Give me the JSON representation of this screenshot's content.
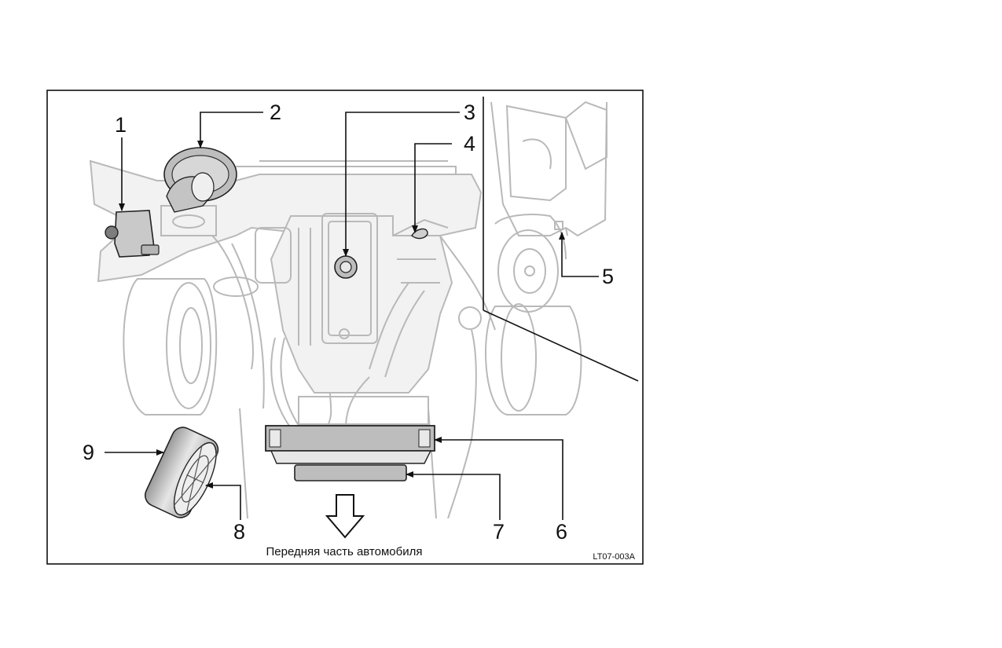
{
  "figure": {
    "caption": "Передняя часть автомобиля",
    "code": "LT07-003A",
    "callouts": [
      "1",
      "2",
      "3",
      "4",
      "5",
      "6",
      "7",
      "8",
      "9"
    ]
  },
  "colors": {
    "ghost_line": "#b9b9b9",
    "highlight_fill": "#c8c8c8",
    "ink": "#111111"
  }
}
